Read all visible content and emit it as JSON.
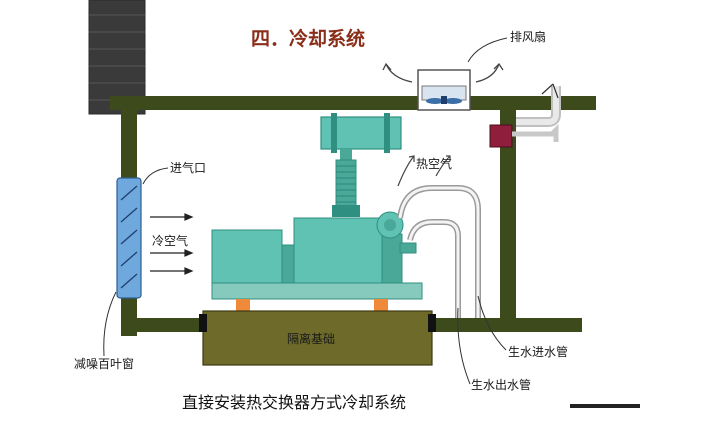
{
  "diagram": {
    "title": "四．冷却系统",
    "caption": "直接安装热交换器方式冷却系统",
    "labels": {
      "exhaust_fan": "排风扇",
      "air_inlet": "进气口",
      "cold_air": "冷空气",
      "hot_air": "热空气",
      "foundation": "隔离基础",
      "louver": "减噪百叶窗",
      "raw_water_in": "生水进水管",
      "raw_water_out": "生水出水管"
    },
    "colors": {
      "wall": "#3d4a1c",
      "engine": "#5fc2b2",
      "engine_dark": "#2f8f80",
      "base_frame": "#86c9bd",
      "foundation": "#6d6a2a",
      "pad": "#ee8a3a",
      "louver": "#6fa8dc",
      "title": "#8a2e1a",
      "damper": "#8e1e3c"
    }
  }
}
